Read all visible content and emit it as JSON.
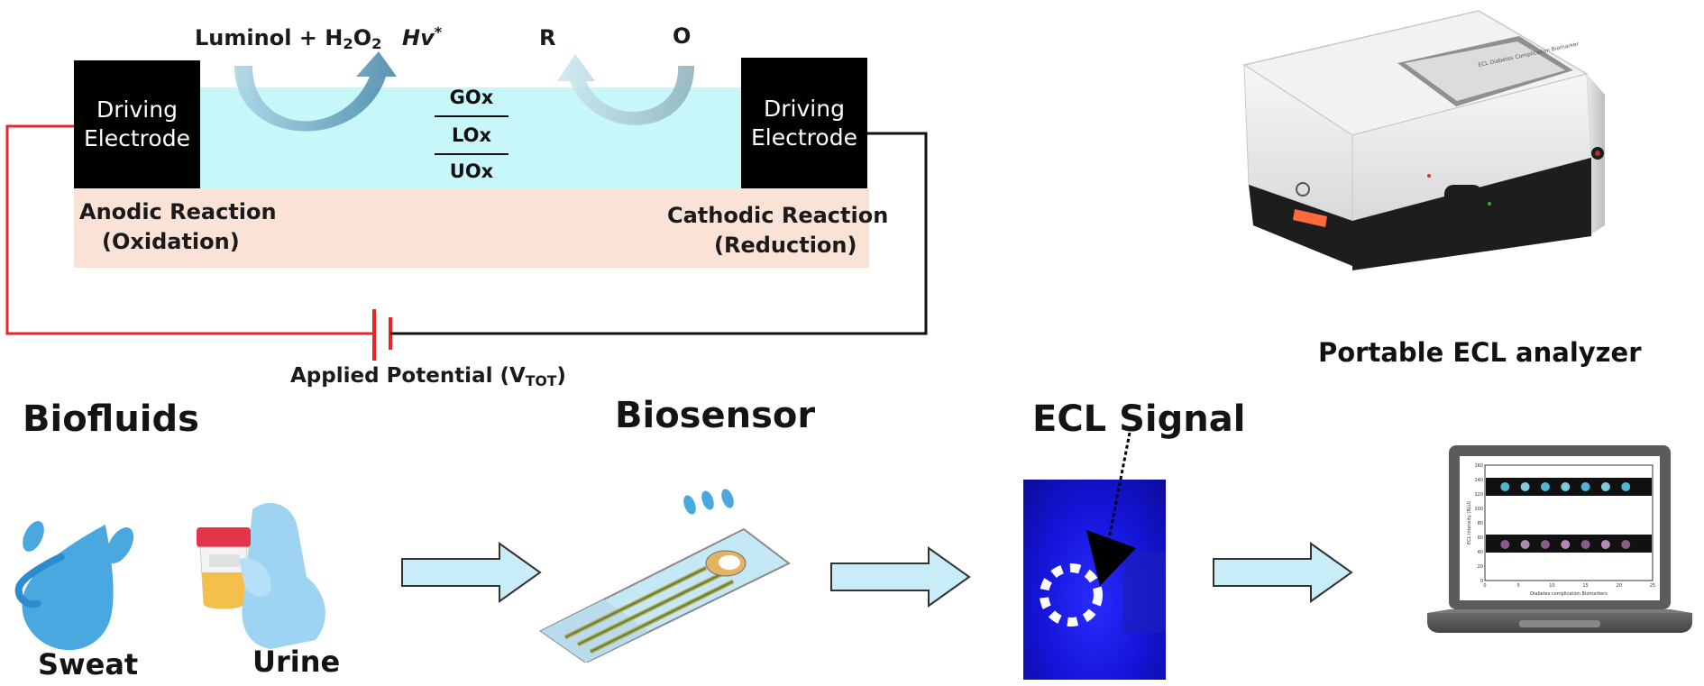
{
  "cell": {
    "left_electrode": [
      "Driving",
      "Electrode"
    ],
    "right_electrode": [
      "Driving",
      "Electrode"
    ],
    "luminol": "Luminol + H",
    "luminol_sub1": "2",
    "luminol_o": "O",
    "luminol_sub2": "2",
    "hv": "Hv",
    "hv_sup": "*",
    "r_label": "R",
    "o_label": "O",
    "enzymes": [
      "GOx",
      "LOx",
      "UOx"
    ],
    "anodic": [
      "Anodic Reaction",
      "(Oxidation)"
    ],
    "cathodic": [
      "Cathodic Reaction",
      "(Reduction)"
    ],
    "applied": "Applied Potential (V",
    "applied_sub": "TOT",
    "applied_close": ")",
    "colors": {
      "electrolyte": "#c8f7fa",
      "reaction_band": "#fbe2d6",
      "red_wire": "#e8242a",
      "black_wire": "#111111"
    }
  },
  "analyzer": {
    "caption": "Portable ECL analyzer",
    "screen_title": "ECL Diabetes Complication Biomarker"
  },
  "workflow": {
    "biofluids_title": "Biofluids",
    "sweat_label": "Sweat",
    "urine_label": "Urine",
    "biosensor_title": "Biosensor",
    "signal_title": "ECL Signal"
  },
  "laptop_chart": {
    "ylabel": "ECL Intensity (RLU)",
    "xlabel": "Diabetes complication Biomarkers",
    "yticks": [
      "160",
      "140",
      "120",
      "100",
      "80",
      "60",
      "40",
      "20",
      "0"
    ],
    "xticks": [
      "0",
      "5",
      "10",
      "15",
      "20",
      "25"
    ]
  },
  "chart_data": {
    "type": "scatter",
    "xlabel": "Diabetes complication Biomarkers",
    "ylabel": "ECL Intensity (RLU)",
    "xlim": [
      0,
      25
    ],
    "ylim": [
      0,
      160
    ],
    "series": [
      {
        "values": [
          [
            3,
            130
          ],
          [
            6,
            130
          ],
          [
            9,
            130
          ],
          [
            12,
            130
          ],
          [
            15,
            130
          ],
          [
            18,
            130
          ],
          [
            21,
            130
          ]
        ]
      },
      {
        "values": [
          [
            3,
            50
          ],
          [
            6,
            50
          ],
          [
            9,
            50
          ],
          [
            12,
            50
          ],
          [
            15,
            50
          ],
          [
            18,
            50
          ],
          [
            21,
            50
          ]
        ]
      }
    ]
  }
}
